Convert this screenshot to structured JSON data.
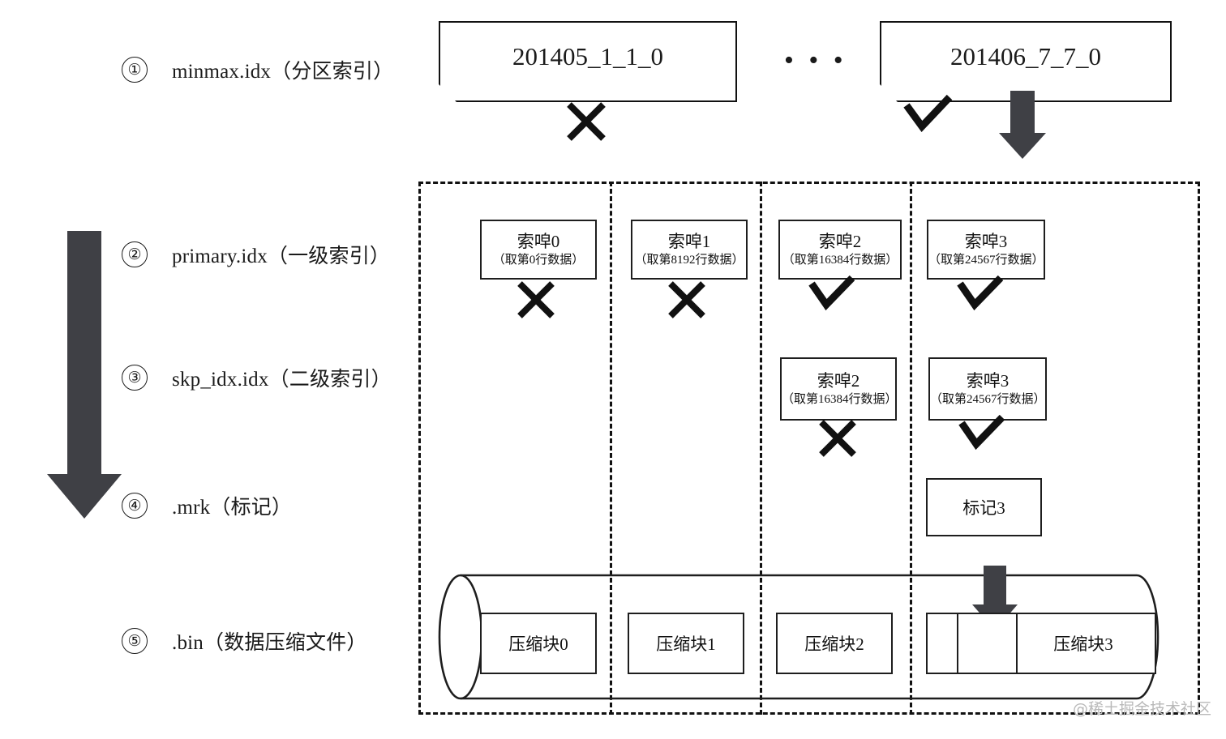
{
  "colors": {
    "ink": "#1a1a1a",
    "arrow_gray": "#3f4045",
    "dash": "#111111",
    "watermark": "#b9b9b9"
  },
  "legend": {
    "rows": [
      {
        "num": "①",
        "label": "minmax.idx（分区索引）"
      },
      {
        "num": "②",
        "label": "primary.idx（一级索引）"
      },
      {
        "num": "③",
        "label": "skp_idx.idx（二级索引）"
      },
      {
        "num": "④",
        "label": ".mrk（标记）"
      },
      {
        "num": "⑤",
        "label": ".bin（数据压缩文件）"
      }
    ]
  },
  "partitions": {
    "items": [
      {
        "name": "201405_1_1_0",
        "mark": "cross"
      },
      {
        "name": "201406_7_7_0",
        "mark": "check"
      }
    ],
    "ellipsis": "• • •"
  },
  "primary_index": {
    "cards": [
      {
        "title": "索唕0",
        "subtitle": "（取第0行数据）",
        "mark": "cross"
      },
      {
        "title": "索唕1",
        "subtitle": "（取第8192行数据）",
        "mark": "cross"
      },
      {
        "title": "索唕2",
        "subtitle": "（取第16384行数据）",
        "mark": "check"
      },
      {
        "title": "索唕3",
        "subtitle": "（取第24567行数据）",
        "mark": "check"
      }
    ]
  },
  "skip_index": {
    "cards": [
      {
        "title": "索唕2",
        "subtitle": "（取第16384行数据）",
        "mark": "cross"
      },
      {
        "title": "索唕3",
        "subtitle": "（取第24567行数据）",
        "mark": "check"
      }
    ]
  },
  "marks_row": {
    "cards": [
      {
        "title": "标记3"
      }
    ]
  },
  "bin_row": {
    "blocks": [
      {
        "title": "压缩块0"
      },
      {
        "title": "压缩块1"
      },
      {
        "title": "压缩块2"
      },
      {
        "title": "压缩块3"
      }
    ]
  },
  "watermark": {
    "text": "@稀土掘金技术社区"
  }
}
